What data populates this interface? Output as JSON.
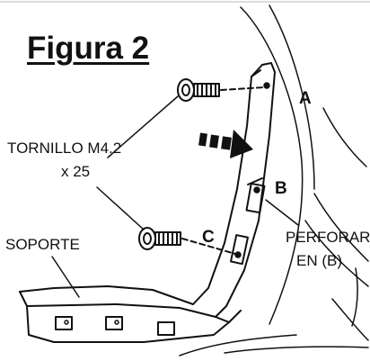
{
  "title": "Figura 2",
  "labels": {
    "screw_line1": "TORNILLO M4.2",
    "screw_line2": "x 25",
    "bracket": "SOPORTE",
    "drill_line1": "PERFORAR",
    "drill_line2": "EN (B)"
  },
  "points": {
    "a": "A",
    "b": "B",
    "c": "C"
  }
}
